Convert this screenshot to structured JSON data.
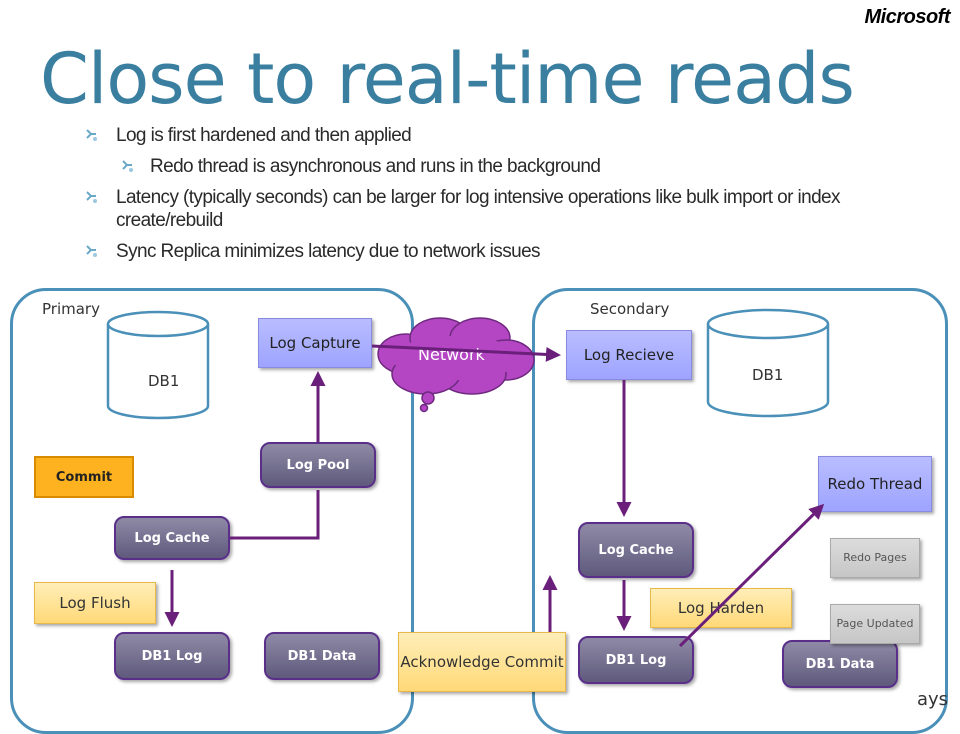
{
  "logo": "Microsoft",
  "title": "Close to real-time reads",
  "bullets": [
    {
      "text": "Log is first hardened and then applied",
      "level": 1
    },
    {
      "text": "Redo thread is asynchronous and runs in the background",
      "level": 2
    },
    {
      "text": "Latency (typically seconds) can be larger for log intensive operations like bulk import or index create/rebuild",
      "level": 1
    },
    {
      "text": "Sync Replica minimizes latency due to network issues",
      "level": 1
    }
  ],
  "diagram": {
    "primary": {
      "label": "Primary",
      "db": "DB1",
      "log_capture": "Log Capture",
      "log_pool": "Log Pool",
      "commit": "Commit",
      "log_cache": "Log Cache",
      "log_flush": "Log Flush",
      "db1_log": "DB1 Log",
      "db1_data": "DB1 Data"
    },
    "network": "Network",
    "acknowledge_commit": "Acknowledge Commit",
    "secondary": {
      "label": "Secondary",
      "db": "DB1",
      "log_receive": "Log Recieve",
      "redo_thread": "Redo Thread",
      "log_cache": "Log Cache",
      "redo_pages": "Redo Pages",
      "log_harden": "Log Harden",
      "page_updated": "Page Updated",
      "db1_log": "DB1 Log",
      "db1_data": "DB1 Data"
    },
    "footer_fragment": "ays"
  },
  "colors": {
    "title": "#3a7fa0",
    "panel_border": "#4a90b8",
    "arrow": "#6a1f7a",
    "network_cloud": "#b446c4",
    "commit": "#ffb21f"
  }
}
